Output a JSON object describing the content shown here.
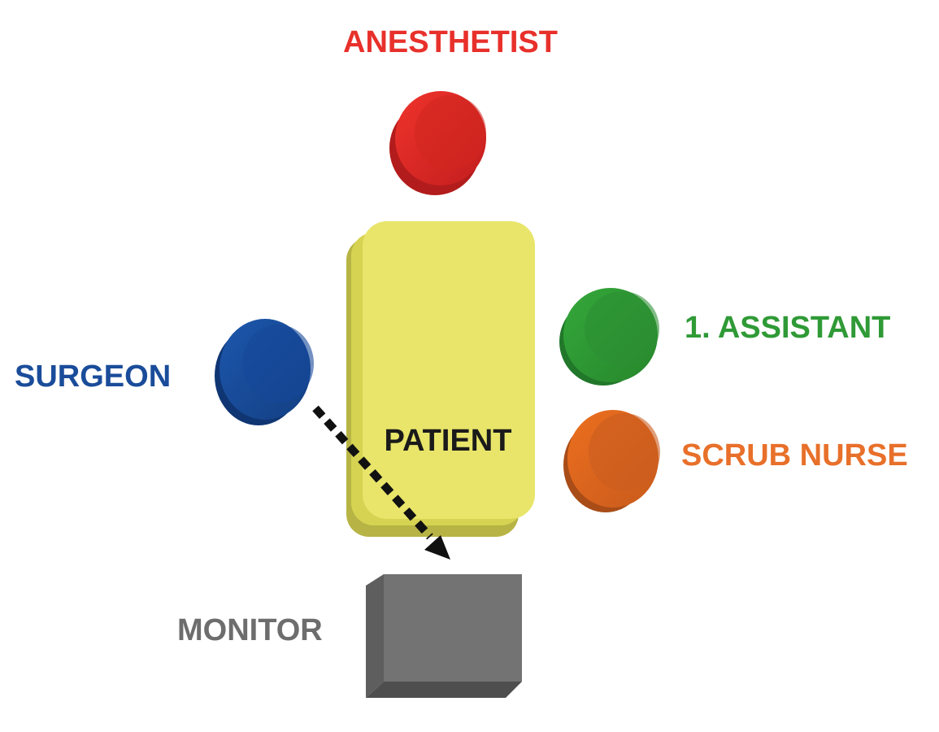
{
  "labels": {
    "anesthetist": "ANESTHETIST",
    "assistant": "1. ASSISTANT",
    "surgeon": "SURGEON",
    "patient": "PATIENT",
    "scrub_nurse": "SCRUB NURSE",
    "monitor": "MONITOR"
  },
  "colors": {
    "anesthetist": "#e8302b",
    "assistant": "#2f9a36",
    "surgeon": "#1a4c9a",
    "scrub_nurse": "#e8702a",
    "patient": "#e8e56a",
    "monitor": "#6d6d6d",
    "label_patient": "#1a1a1a",
    "arrow": "#111111"
  }
}
